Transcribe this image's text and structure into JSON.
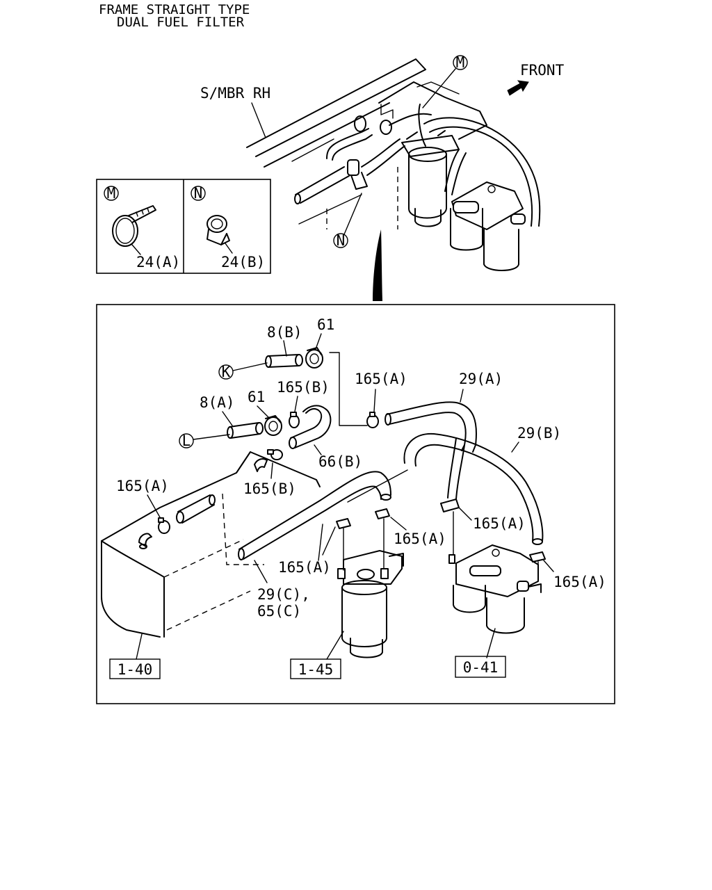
{
  "title": {
    "line1": "FRAME STRAIGHT TYPE",
    "line2": "DUAL FUEL FILTER"
  },
  "overview": {
    "front_label": "FRONT",
    "side_member_label": "S/MBR RH",
    "callouts": {
      "m": "M",
      "n": "N"
    }
  },
  "inset": {
    "m_letter": "M",
    "m_part": "24(A)",
    "n_letter": "N",
    "n_part": "24(B)"
  },
  "detail": {
    "letters": {
      "k": "K",
      "l": "L"
    },
    "parts": {
      "hose_8b": "8(B)",
      "clip_61_upper": "61",
      "hose_8a": "8(A)",
      "clip_61_lower": "61",
      "clamp_165b_upper": "165(B)",
      "clamp_165b_lower": "165(B)",
      "hose_66b": "66(B)",
      "clamp_165a_top": "165(A)",
      "hose_29a": "29(A)",
      "hose_29b": "29(B)",
      "clamp_165a_tank": "165(A)",
      "clamp_165a_filter_right": "165(A)",
      "clamp_165a_filter_left": "165(A)",
      "clamp_165a_dual_upper": "165(A)",
      "clamp_165a_dual_lower": "165(A)",
      "hose_29c": "29(C),",
      "hose_65c": "65(C)"
    },
    "refs": {
      "fuel_tank": "1-40",
      "fuel_filter": "1-45",
      "dual_filter": "0-41"
    }
  }
}
